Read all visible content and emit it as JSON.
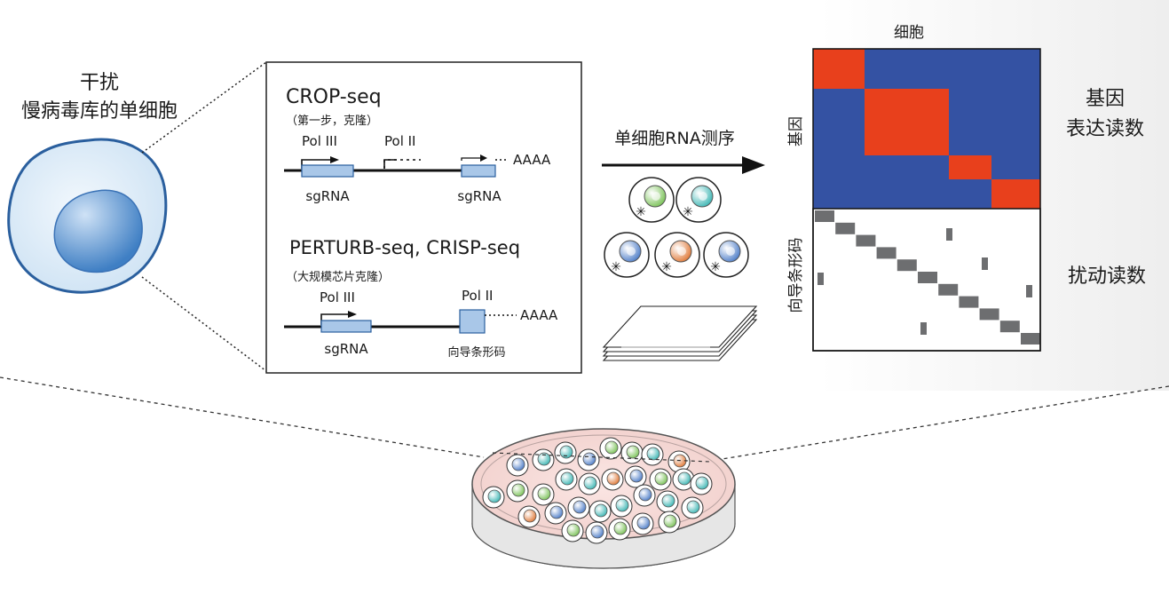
{
  "left_label": {
    "line1": "干扰",
    "line2": "慢病毒库的单细胞"
  },
  "box": {
    "crop_title": "CROP-seq",
    "crop_sub": "（第一步，克隆）",
    "crop_pol3": "Pol III",
    "crop_pol2": "Pol II",
    "crop_polya": "AAAA",
    "crop_sgrna1": "sgRNA",
    "crop_sgrna2": "sgRNA",
    "perturb_title": "PERTURB-seq, CRISP-seq",
    "perturb_sub": "（大规模芯片克隆）",
    "perturb_pol3": "Pol III",
    "perturb_pol2": "Pol II",
    "perturb_polya": "AAAA",
    "perturb_sgrna": "sgRNA",
    "perturb_barcode": "向导条形码"
  },
  "middle": {
    "arrow_label": "单细胞RNA测序"
  },
  "matrix": {
    "top_label": "细胞",
    "gene_axis": "基因",
    "barcode_axis": "向导条形码",
    "right_label_top_line1": "基因",
    "right_label_top_line2": "表达读数",
    "right_label_bottom": "扰动读数",
    "colors": {
      "blue": "#3452a3",
      "red": "#e8401c",
      "gray": "#6d6e70"
    }
  }
}
